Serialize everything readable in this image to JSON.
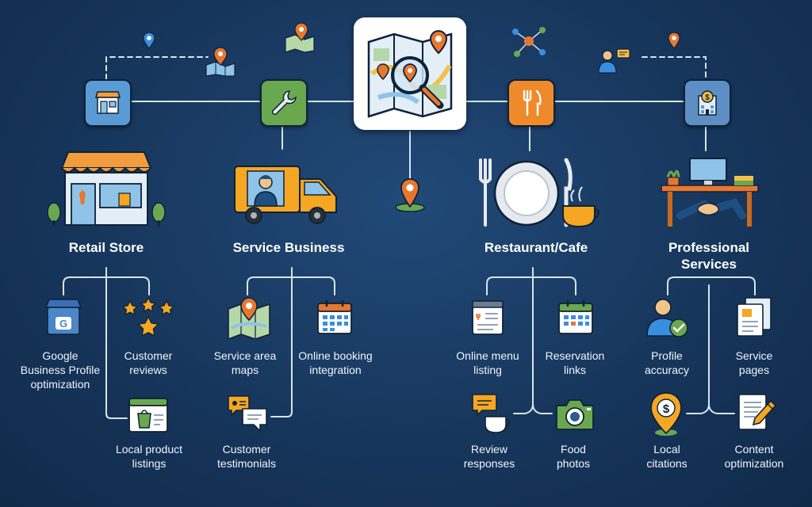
{
  "colors": {
    "background": "#17365c",
    "connector": "#d9e3ee",
    "retail_tile": "#5b9bd5",
    "service_tile": "#6aa84f",
    "restaurant_tile": "#ef8a2a",
    "professional_tile": "#5d8fc4",
    "pin": "#e8772e",
    "star": "#f5a623"
  },
  "center": {
    "icon": "map-with-magnifier-icon"
  },
  "categories": [
    {
      "id": "retail",
      "title": "Retail Store",
      "tile_icon": "storefront-icon",
      "items": [
        {
          "label": "Google\nBusiness Profile\noptimization",
          "icon": "google-business-profile-icon"
        },
        {
          "label": "Customer\nreviews",
          "icon": "stars-icon"
        },
        {
          "label": "Local product\nlistings",
          "icon": "shopping-bag-webpage-icon"
        }
      ]
    },
    {
      "id": "service",
      "title": "Service Business",
      "tile_icon": "wrench-icon",
      "items": [
        {
          "label": "Service area\nmaps",
          "icon": "service-area-map-icon"
        },
        {
          "label": "Online booking\nintegration",
          "icon": "calendar-icon"
        },
        {
          "label": "Customer\ntestimonials",
          "icon": "chat-bubbles-icon"
        }
      ]
    },
    {
      "id": "restaurant",
      "title": "Restaurant/Cafe",
      "tile_icon": "fork-knife-icon",
      "items": [
        {
          "label": "Online menu\nlisting",
          "icon": "menu-icon"
        },
        {
          "label": "Reservation\nlinks",
          "icon": "calendar-icon"
        },
        {
          "label": "Review\nresponses",
          "icon": "chat-coffee-icon"
        },
        {
          "label": "Food\nphotos",
          "icon": "camera-icon"
        }
      ]
    },
    {
      "id": "professional",
      "title": "Professional\nServices",
      "tile_icon": "office-building-icon",
      "items": [
        {
          "label": "Profile\naccuracy",
          "icon": "verified-person-icon"
        },
        {
          "label": "Service\npages",
          "icon": "documents-icon"
        },
        {
          "label": "Local\ncitations",
          "icon": "dollar-pin-icon"
        },
        {
          "label": "Content\noptimization",
          "icon": "document-edit-icon"
        }
      ]
    }
  ]
}
